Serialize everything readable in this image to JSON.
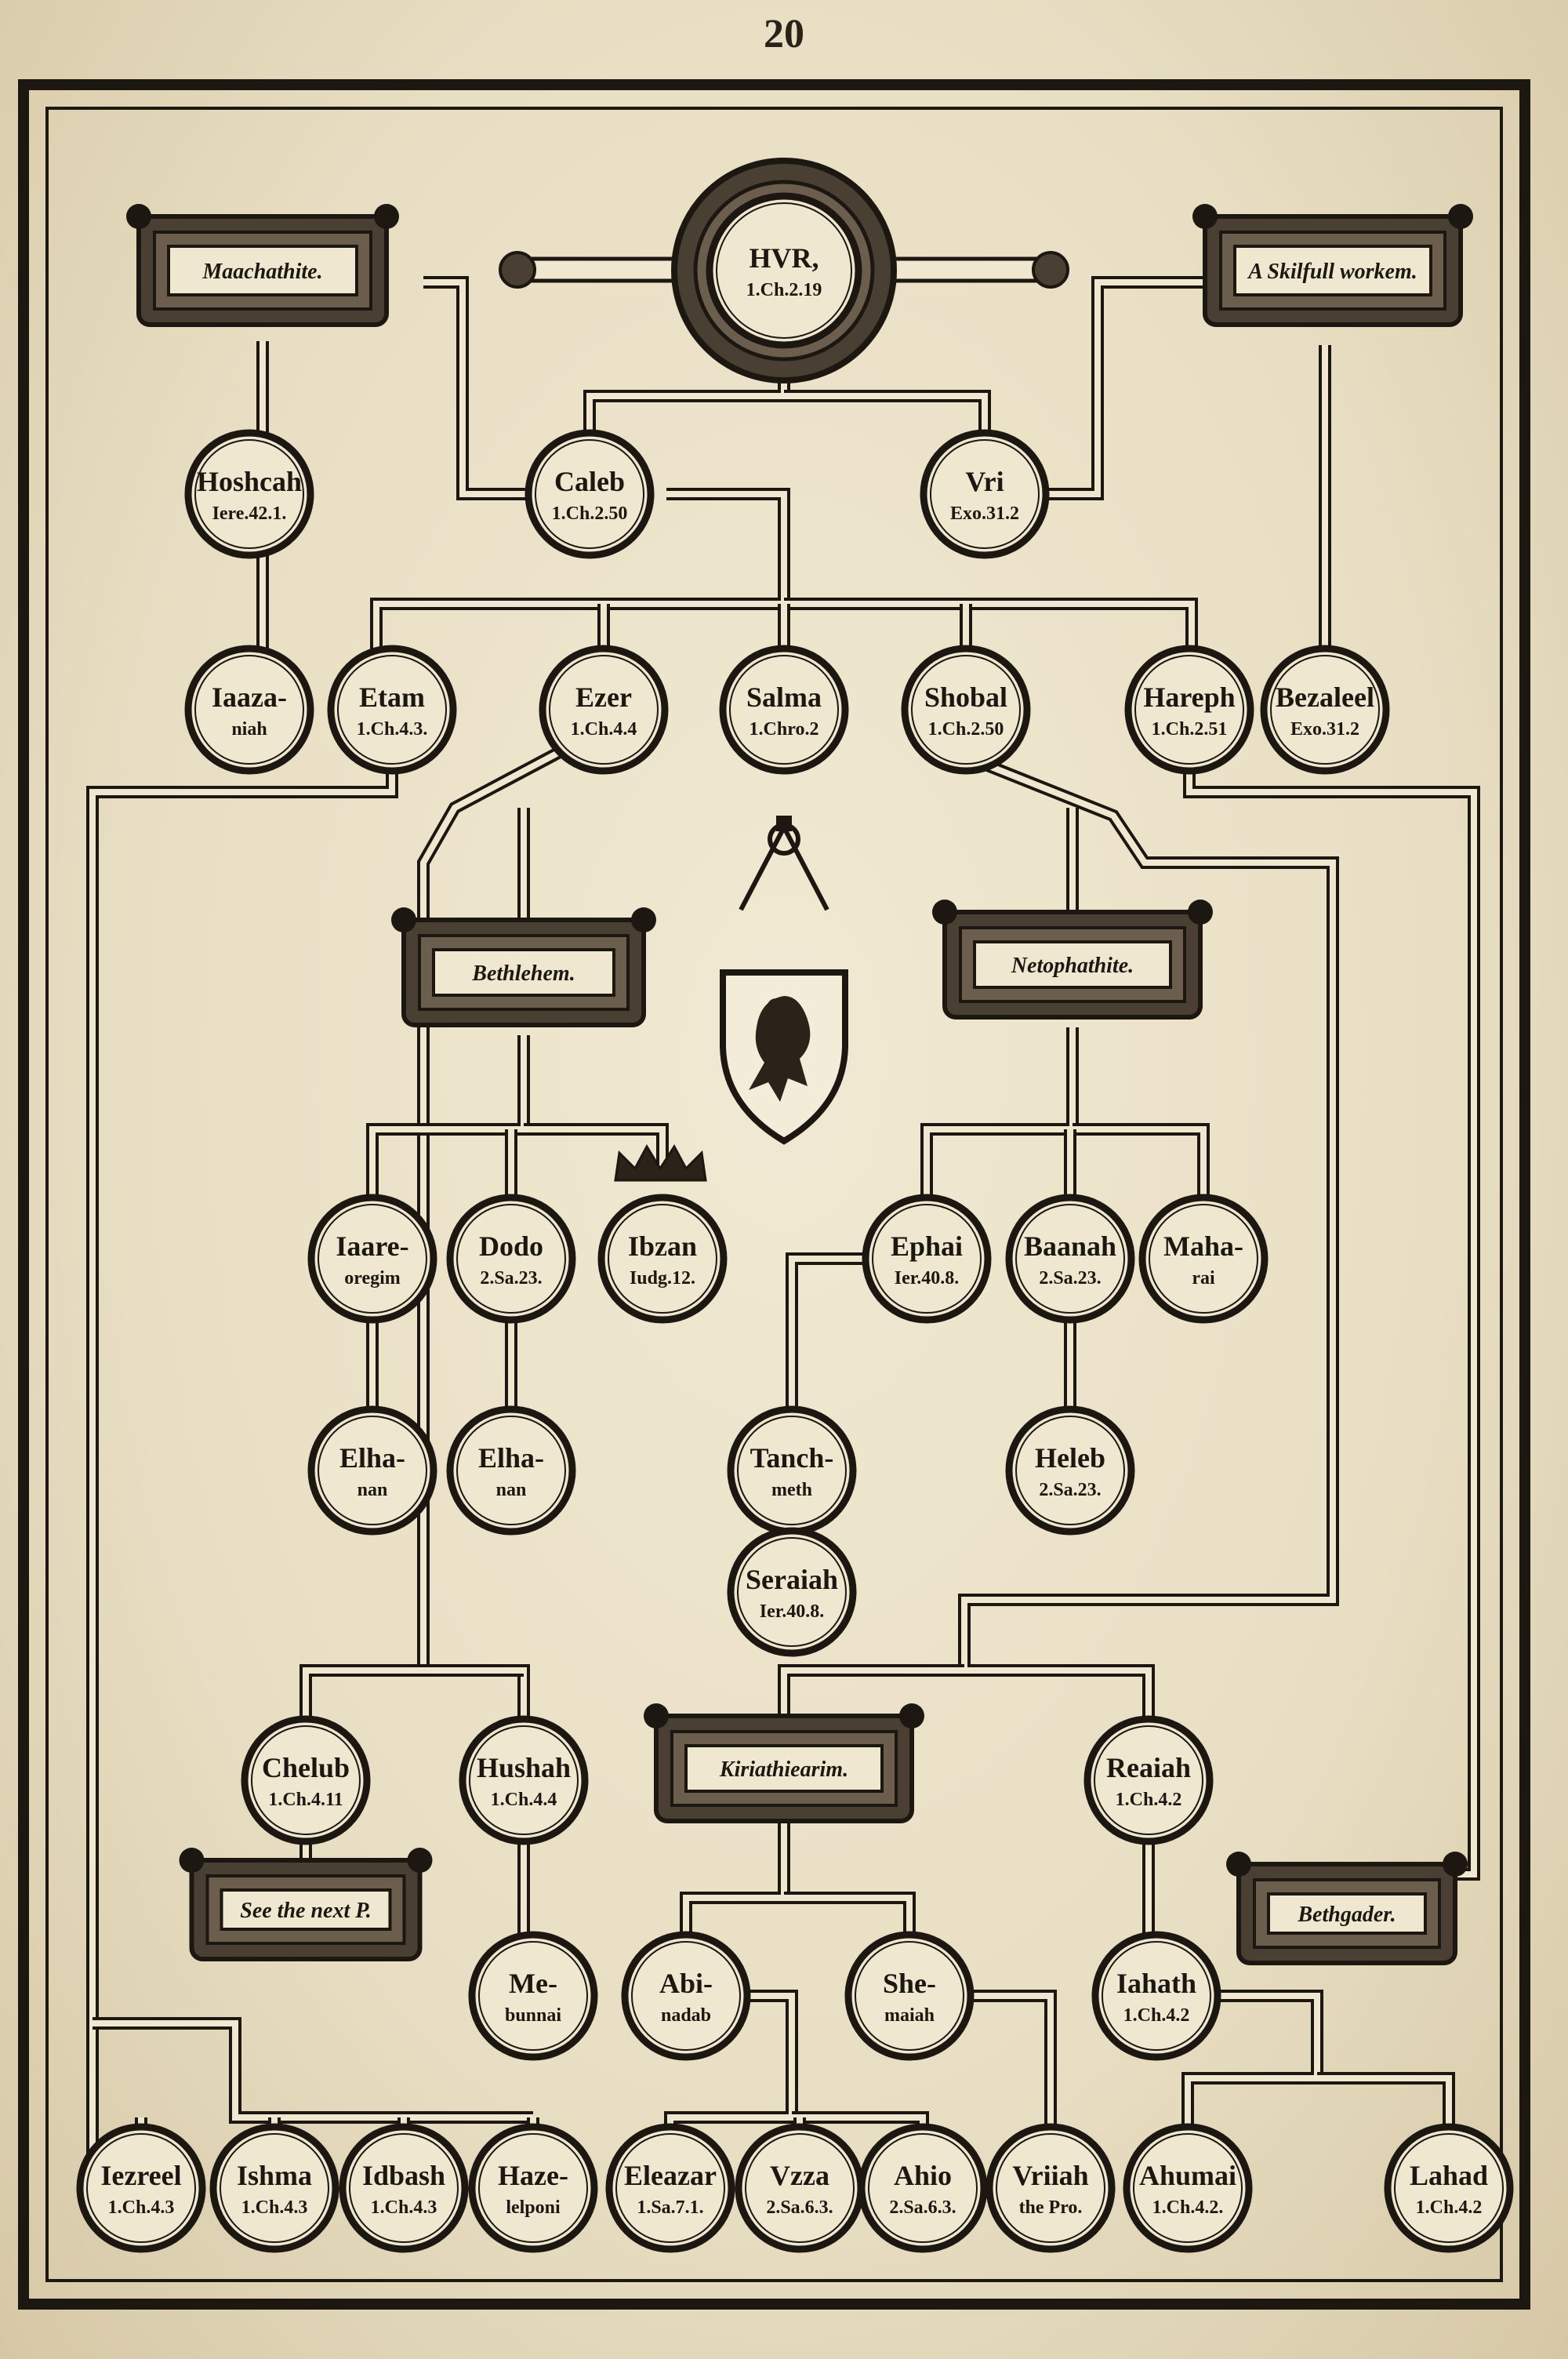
{
  "page_number": "20",
  "colors": {
    "ink": "#1d1712",
    "paper": "#efe7d0",
    "ornament": "#4a3f33"
  },
  "nodes": {
    "hur": {
      "name": "HVR,",
      "ref": "1.Ch.2.19"
    },
    "hoshea": {
      "name": "Hoshcah",
      "ref": "Iere.42.1."
    },
    "caleb": {
      "name": "Caleb",
      "ref": "1.Ch.2.50"
    },
    "uri": {
      "name": "Vri",
      "ref": "Exo.31.2"
    },
    "jaazaniah": {
      "name": "Iaaza-",
      "ref": "niah"
    },
    "etam": {
      "name": "Etam",
      "ref": "1.Ch.4.3."
    },
    "ezer": {
      "name": "Ezer",
      "ref": "1.Ch.4.4"
    },
    "salma": {
      "name": "Salma",
      "ref": "1.Chro.2"
    },
    "shobal": {
      "name": "Shobal",
      "ref": "1.Ch.2.50"
    },
    "hareph": {
      "name": "Hareph",
      "ref": "1.Ch.2.51"
    },
    "bezaleel": {
      "name": "Bezaleel",
      "ref": "Exo.31.2"
    },
    "jaare": {
      "name": "Iaare-",
      "ref": "oregim"
    },
    "dodo": {
      "name": "Dodo",
      "ref": "2.Sa.23."
    },
    "ibzan": {
      "name": "Ibzan",
      "ref": "Iudg.12."
    },
    "ephai": {
      "name": "Ephai",
      "ref": "Ier.40.8."
    },
    "baanah": {
      "name": "Baanah",
      "ref": "2.Sa.23."
    },
    "maharai": {
      "name": "Maha-",
      "ref": "rai"
    },
    "elhanan1": {
      "name": "Elha-",
      "ref": "nan"
    },
    "elhanan2": {
      "name": "Elha-",
      "ref": "nan"
    },
    "tanhumeth": {
      "name": "Tanch-",
      "ref": "meth"
    },
    "heleb": {
      "name": "Heleb",
      "ref": "2.Sa.23."
    },
    "seraiah": {
      "name": "Seraiah",
      "ref": "Ier.40.8."
    },
    "chelub": {
      "name": "Chelub",
      "ref": "1.Ch.4.11"
    },
    "hushah": {
      "name": "Hushah",
      "ref": "1.Ch.4.4"
    },
    "reaiah": {
      "name": "Reaiah",
      "ref": "1.Ch.4.2"
    },
    "mebunnai": {
      "name": "Me-",
      "ref": "bunnai"
    },
    "abinadab": {
      "name": "Abi-",
      "ref": "nadab"
    },
    "shemaiah": {
      "name": "She-",
      "ref": "maiah"
    },
    "jahath": {
      "name": "Iahath",
      "ref": "1.Ch.4.2"
    },
    "jezreel": {
      "name": "Iezreel",
      "ref": "1.Ch.4.3"
    },
    "ishma": {
      "name": "Ishma",
      "ref": "1.Ch.4.3"
    },
    "idbash": {
      "name": "Idbash",
      "ref": "1.Ch.4.3"
    },
    "hazelelponi": {
      "name": "Haze-",
      "ref": "lelponi"
    },
    "eleazar": {
      "name": "Eleazar",
      "ref": "1.Sa.7.1."
    },
    "uzza": {
      "name": "Vzza",
      "ref": "2.Sa.6.3."
    },
    "ahio": {
      "name": "Ahio",
      "ref": "2.Sa.6.3."
    },
    "uriah": {
      "name": "Vriiah",
      "ref": "the Pro."
    },
    "ahumai": {
      "name": "Ahumai",
      "ref": "1.Ch.4.2."
    },
    "lahad": {
      "name": "Lahad",
      "ref": "1.Ch.4.2"
    }
  },
  "banners": {
    "maachathite": "Maachathite.",
    "skilful": "A Skilfull workem.",
    "bethlehem": "Bethlehem.",
    "netophathite": "Netophathite.",
    "kiriath": "Kiriathiearim.",
    "see_next": "See the next P.",
    "bethgader": "Bethgader."
  }
}
